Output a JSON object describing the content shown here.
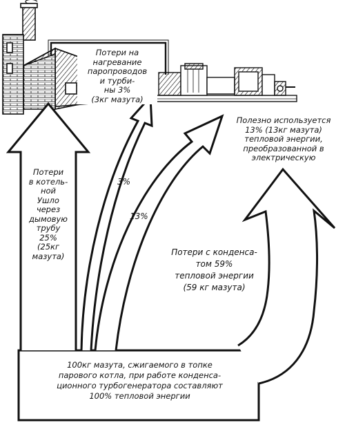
{
  "base": {
    "lines": [
      "100кг мазута, сжигаемого в топке",
      "парового котла, при работе конденса-",
      "ционного турбогенератора составляют",
      "100% тепловой энергии"
    ]
  },
  "loss_boiler": {
    "lines": [
      "Потери",
      "в котель-",
      "ной",
      "Ушло",
      "через",
      "дымовую",
      "трубу",
      "25%",
      "(25кг",
      "мазута)"
    ]
  },
  "loss_pipes": {
    "lines": [
      "Потери на",
      "нагревание",
      "паропроводов",
      "и турби-",
      "ны 3%",
      "(3кг мазута)"
    ]
  },
  "useful": {
    "lines": [
      "Полезно используется",
      "13% (13кг мазута)",
      "тепловой энергии,",
      "преобразованной в",
      "электрическую"
    ]
  },
  "loss_condenser": {
    "lines": [
      "Потери с конденса-",
      "том 59%",
      "тепловой энергии",
      "(59 кг мазута)"
    ]
  },
  "arrow_labels": {
    "pipes_pct": "3%",
    "useful_pct": "13%"
  },
  "colors": {
    "ink": "#111111",
    "paper": "#ffffff"
  }
}
